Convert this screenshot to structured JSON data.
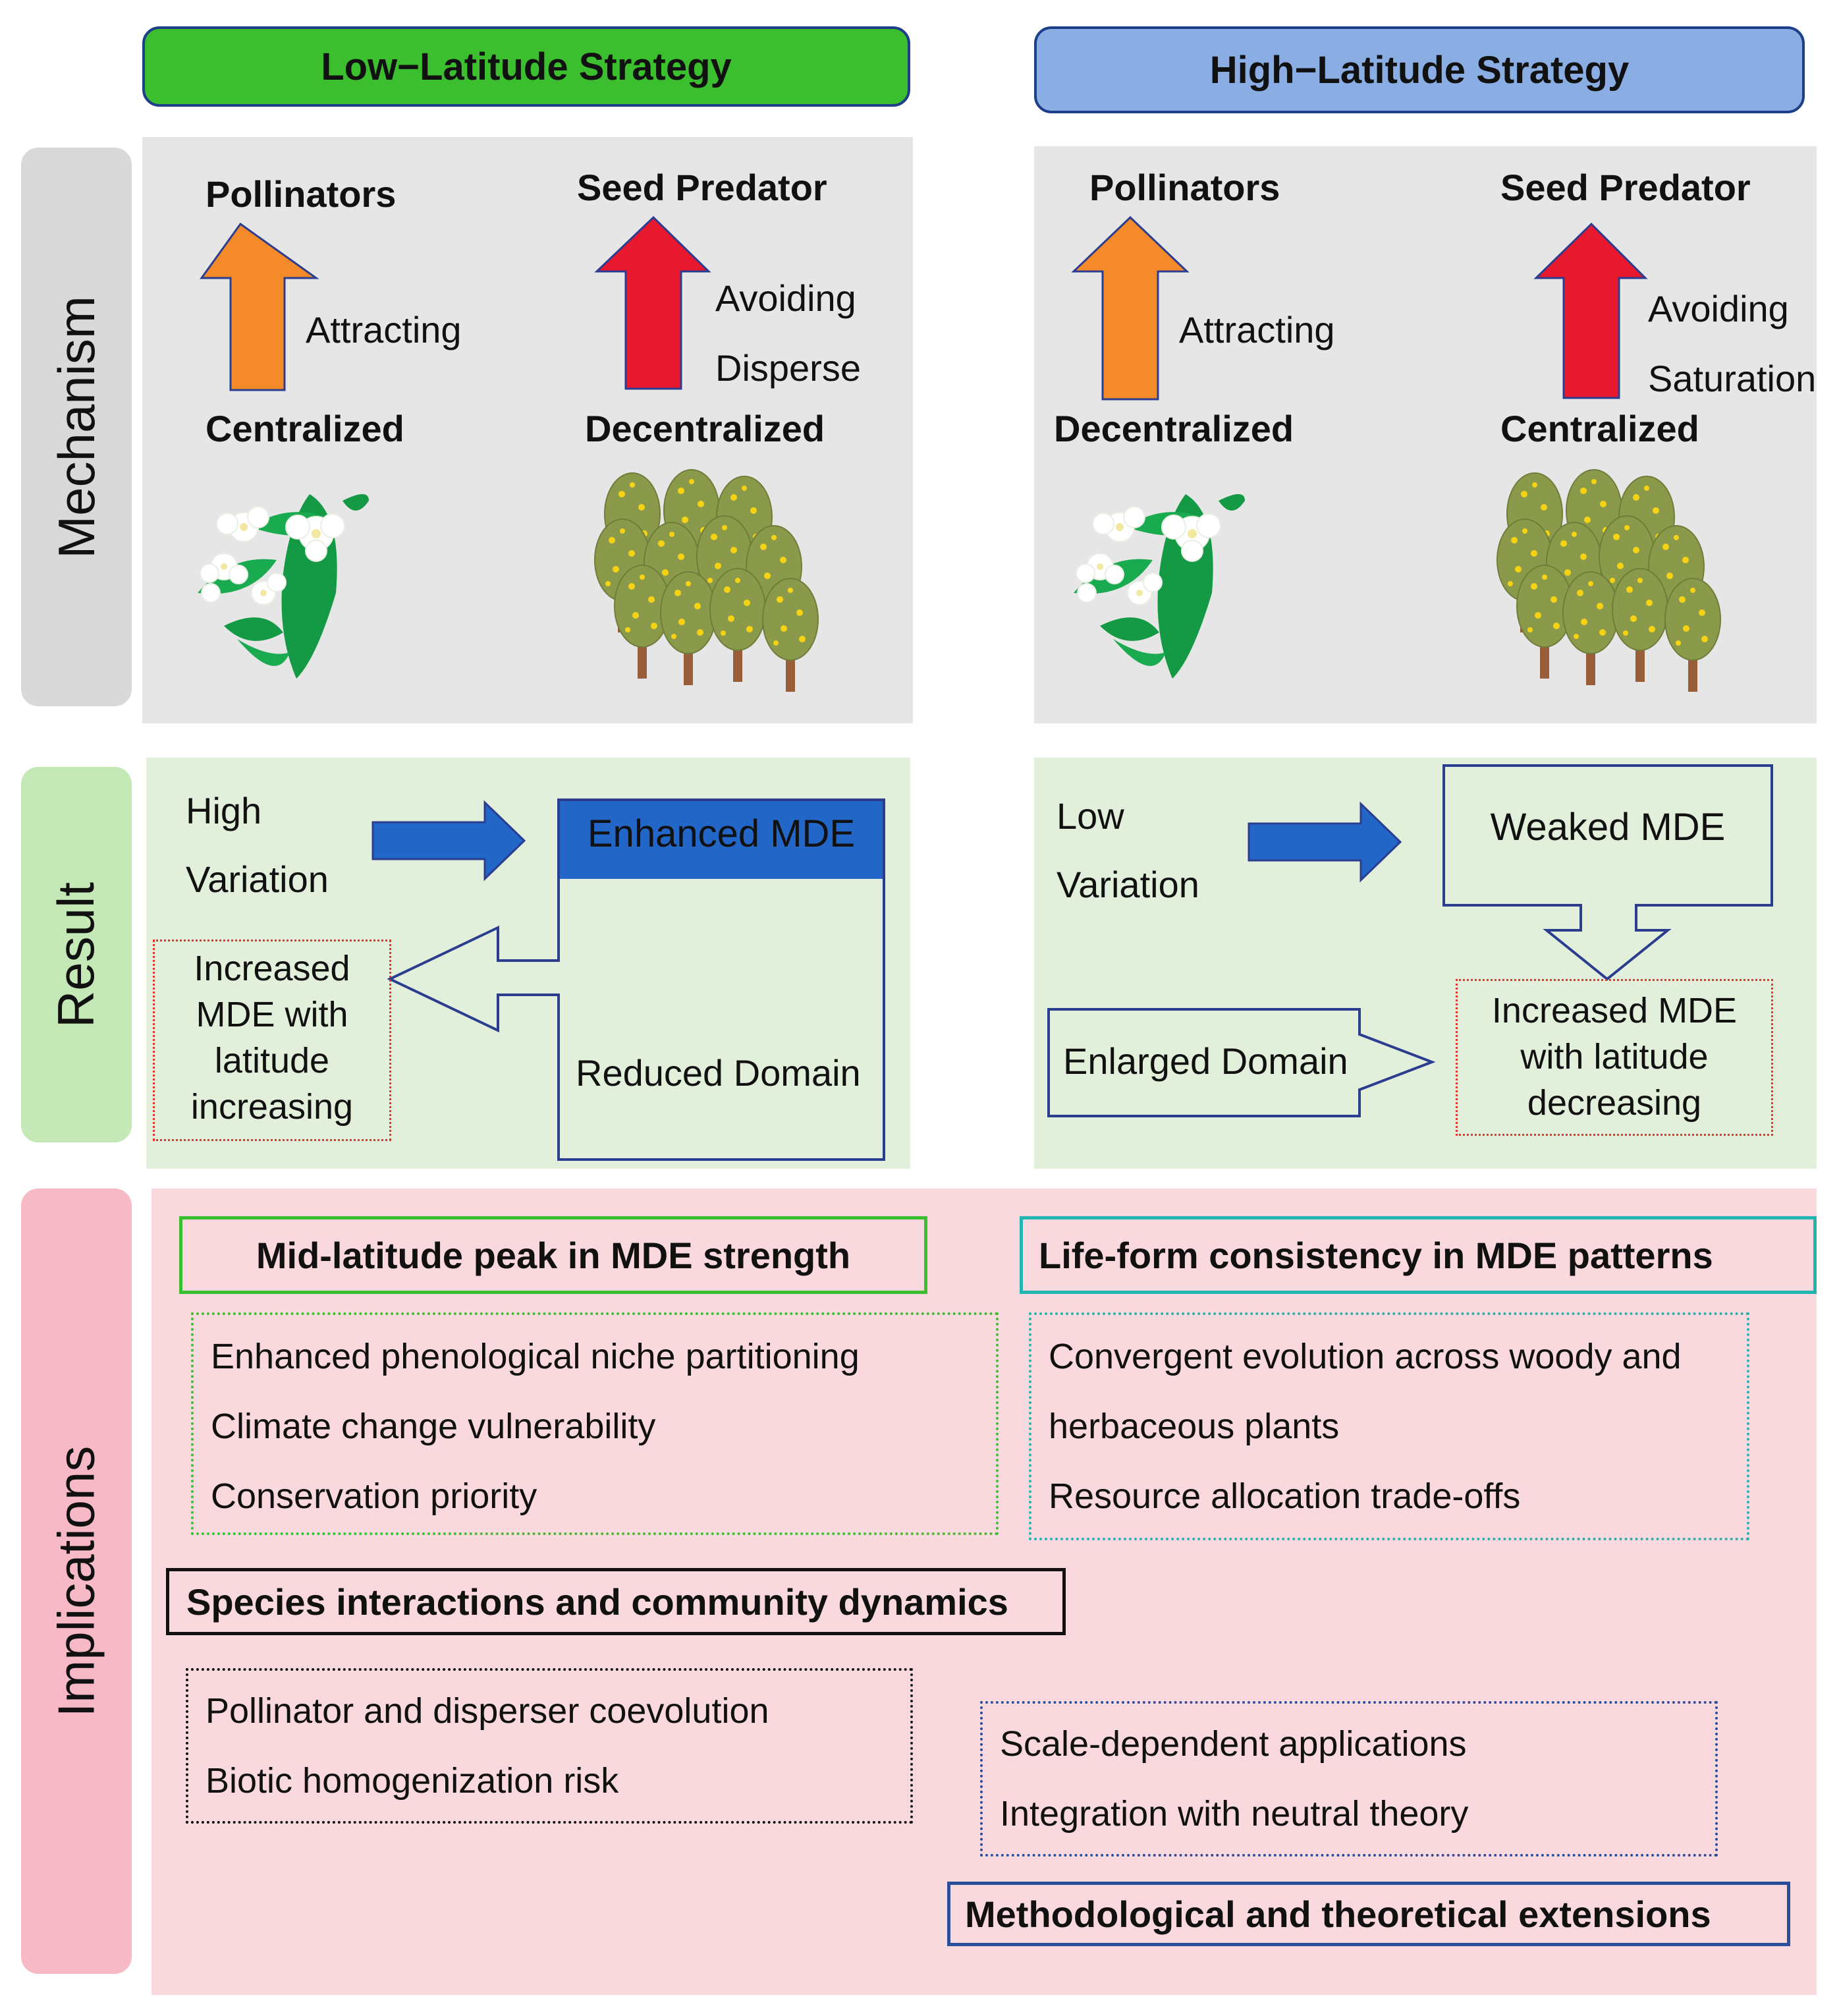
{
  "headers": {
    "low_latitude": "Low−Latitude Strategy",
    "high_latitude": "High−Latitude Strategy"
  },
  "sidebar": {
    "mechanism": "Mechanism",
    "result": "Result",
    "implications": "Implications"
  },
  "mechanism": {
    "low": {
      "pollinators": "Pollinators",
      "attracting": "Attracting",
      "centralized": "Centralized",
      "seed_predator": "Seed Predator",
      "avoiding": "Avoiding",
      "disperse": "Disperse",
      "decentralized": "Decentralized"
    },
    "high": {
      "pollinators": "Pollinators",
      "attracting": "Attracting",
      "decentralized": "Decentralized",
      "seed_predator": "Seed Predator",
      "avoiding": "Avoiding",
      "saturation": "Saturation",
      "centralized": "Centralized"
    }
  },
  "result": {
    "low": {
      "variation_line1": "High",
      "variation_line2": "Variation",
      "enhanced_mde": "Enhanced MDE",
      "reduced_domain": "Reduced Domain",
      "outcome_lines": [
        "Increased",
        "MDE  with",
        "latitude",
        "increasing"
      ]
    },
    "high": {
      "variation_line1": "Low",
      "variation_line2": "Variation",
      "weaked_mde": "Weaked MDE",
      "enlarged_domain": "Enlarged Domain",
      "outcome_lines": [
        "Increased MDE",
        "with latitude",
        "decreasing"
      ]
    }
  },
  "implications": {
    "mid_latitude": {
      "title": "Mid-latitude peak in MDE strength",
      "items": [
        "Enhanced phenological niche partitioning",
        "Climate change vulnerability",
        "Conservation priority"
      ]
    },
    "life_form": {
      "title": "Life-form consistency in MDE patterns",
      "items": [
        "Convergent evolution across woody and",
        "herbaceous plants",
        "Resource allocation trade-offs"
      ]
    },
    "species": {
      "title": "Species interactions and community dynamics",
      "items": [
        "Pollinator and disperser coevolution",
        "Biotic homogenization risk"
      ]
    },
    "methodological": {
      "title": "Methodological and theoretical extensions",
      "items": [
        "Scale-dependent applications",
        "Integration with neutral theory"
      ]
    }
  },
  "colors": {
    "low_header": "#3bbf2e",
    "high_header": "#8aaee3",
    "mechanism_bg": "#e6e6e6",
    "result_bg": "#e2efda",
    "implications_bg": "#f9d9de",
    "pollinator_arrow": "#f58a2a",
    "predator_arrow": "#e8182e",
    "flow_arrow": "#2266c8"
  }
}
